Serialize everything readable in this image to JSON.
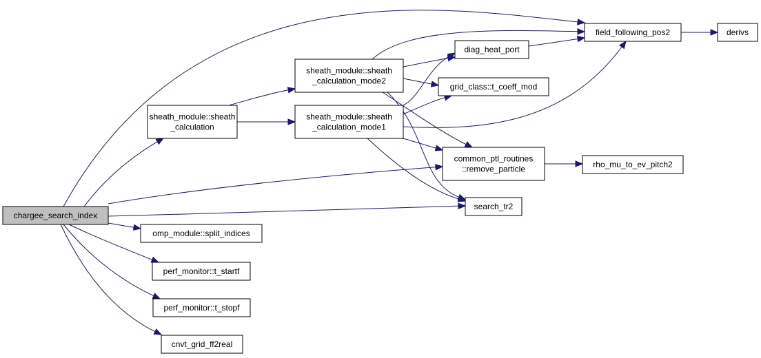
{
  "nodes": [
    {
      "id": "chargee",
      "lines": [
        "chargee_search_index"
      ],
      "root": true
    },
    {
      "id": "sheath_calc",
      "lines": [
        "sheath_module::sheath",
        "_calculation"
      ]
    },
    {
      "id": "sheath_mode2",
      "lines": [
        "sheath_module::sheath",
        "_calculation_mode2"
      ]
    },
    {
      "id": "sheath_mode1",
      "lines": [
        "sheath_module::sheath",
        "_calculation_mode1"
      ]
    },
    {
      "id": "omp_split",
      "lines": [
        "omp_module::split_indices"
      ]
    },
    {
      "id": "t_startf",
      "lines": [
        "perf_monitor::t_startf"
      ]
    },
    {
      "id": "t_stopf",
      "lines": [
        "perf_monitor::t_stopf"
      ]
    },
    {
      "id": "cnvt",
      "lines": [
        "cnvt_grid_ff2real"
      ]
    },
    {
      "id": "diag_heat",
      "lines": [
        "diag_heat_port"
      ]
    },
    {
      "id": "grid_tcoeff",
      "lines": [
        "grid_class::t_coeff_mod"
      ]
    },
    {
      "id": "common_ptl",
      "lines": [
        "common_ptl_routines",
        "::remove_particle"
      ]
    },
    {
      "id": "search_tr2",
      "lines": [
        "search_tr2"
      ]
    },
    {
      "id": "field_pos2",
      "lines": [
        "field_following_pos2"
      ]
    },
    {
      "id": "derivs",
      "lines": [
        "derivs"
      ]
    },
    {
      "id": "rho_mu",
      "lines": [
        "rho_mu_to_ev_pitch2"
      ]
    }
  ],
  "edges": [
    [
      "chargee",
      "field_pos2"
    ],
    [
      "chargee",
      "sheath_calc"
    ],
    [
      "chargee",
      "common_ptl"
    ],
    [
      "chargee",
      "search_tr2"
    ],
    [
      "chargee",
      "omp_split"
    ],
    [
      "chargee",
      "t_startf"
    ],
    [
      "chargee",
      "t_stopf"
    ],
    [
      "chargee",
      "cnvt"
    ],
    [
      "sheath_calc",
      "sheath_mode2"
    ],
    [
      "sheath_calc",
      "sheath_mode1"
    ],
    [
      "sheath_mode2",
      "field_pos2"
    ],
    [
      "sheath_mode2",
      "diag_heat"
    ],
    [
      "sheath_mode2",
      "grid_tcoeff"
    ],
    [
      "sheath_mode2",
      "common_ptl"
    ],
    [
      "sheath_mode2",
      "search_tr2"
    ],
    [
      "sheath_mode1",
      "diag_heat"
    ],
    [
      "sheath_mode1",
      "grid_tcoeff"
    ],
    [
      "sheath_mode1",
      "field_pos2"
    ],
    [
      "sheath_mode1",
      "common_ptl"
    ],
    [
      "sheath_mode1",
      "search_tr2"
    ],
    [
      "diag_heat",
      "field_pos2"
    ],
    [
      "field_pos2",
      "derivs"
    ],
    [
      "common_ptl",
      "rho_mu"
    ]
  ]
}
